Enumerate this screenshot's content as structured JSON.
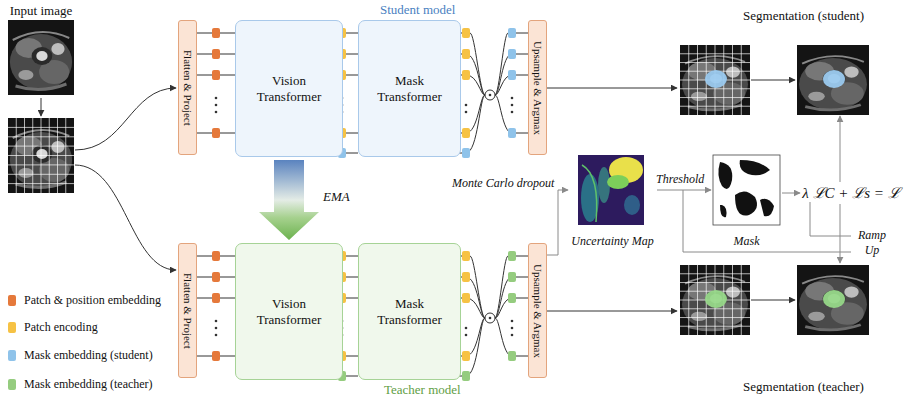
{
  "diagram": {
    "nodes": [
      {
        "text": [
          "Input image"
        ]
      },
      {
        "text": [
          "Flatten & Project"
        ]
      },
      {
        "text": [
          "Vision Transformer"
        ]
      },
      {
        "text": [
          "Mask Transformer"
        ]
      },
      {
        "text": [
          "Upsample & Argmax"
        ]
      },
      {
        "text": [
          "Segmentation (student)"
        ]
      },
      {
        "text": [
          "Flatten & Project"
        ]
      },
      {
        "text": [
          "Vision Transformer"
        ]
      },
      {
        "text": [
          "Mask Transformer"
        ]
      },
      {
        "text": [
          "Upsample & Argmax"
        ]
      },
      {
        "text": [
          "Uncertainty Map"
        ]
      },
      {
        "text": [
          "Mask"
        ]
      },
      {
        "text": [
          "λ ℒC + ℒs = ℒ"
        ]
      },
      {
        "text": [
          "Segmentation (teacher)"
        ]
      }
    ],
    "edges": [
      {
        "from": 1,
        "to": 2,
        "arrow": "none"
      },
      {
        "from": 2,
        "to": 3,
        "arrow": "none"
      },
      {
        "from": 3,
        "to": 4,
        "arrow": "none"
      },
      {
        "from": 6,
        "to": 7,
        "arrow": "none"
      },
      {
        "from": 7,
        "to": 8,
        "arrow": "none"
      },
      {
        "from": 8,
        "to": 9,
        "arrow": "none"
      },
      {
        "from": 2,
        "to": 7,
        "arrow": "to",
        "label": "EMA"
      },
      {
        "from": 9,
        "to": 10,
        "arrow": "to",
        "label": "Monte Carlo dropout"
      },
      {
        "from": 10,
        "to": 11,
        "arrow": "to",
        "label": "Threshold"
      },
      {
        "from": 11,
        "to": 12,
        "arrow": "to"
      },
      {
        "from": 12,
        "to": 5,
        "arrow": "to"
      },
      {
        "from": 12,
        "to": 13,
        "arrow": "to"
      }
    ],
    "labels": [
      "Student model",
      "Teacher model",
      "Ramp Up"
    ],
    "legend": [
      {
        "text": "Patch & position embedding",
        "color": "#e5793b"
      },
      {
        "text": "Patch encoding",
        "color": "#f6c244"
      },
      {
        "text": "Mask embedding (student)",
        "color": "#8fc3ea"
      },
      {
        "text": "Mask embedding (teacher)",
        "color": "#95cc7f"
      }
    ]
  }
}
